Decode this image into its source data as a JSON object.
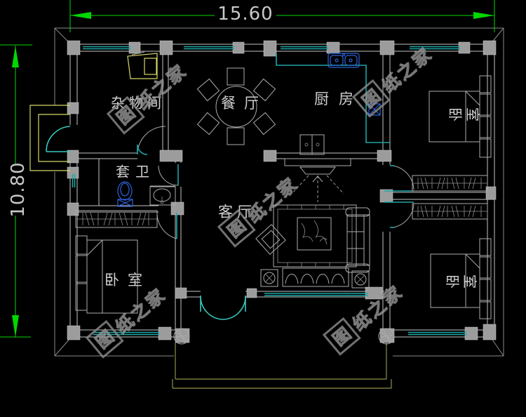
{
  "drawing": {
    "dimensions": {
      "width_m": "15.60",
      "height_m": "10.80"
    },
    "rooms": {
      "storage": {
        "label": "杂物间"
      },
      "dining": {
        "label": "餐厅"
      },
      "kitchen": {
        "label": "厨房"
      },
      "bathroom": {
        "label": "套卫"
      },
      "living": {
        "label": "客厅"
      },
      "bedroom_top_right": {
        "label": "卧室",
        "char1": "卧",
        "char2": "室"
      },
      "bedroom_bottom_left": {
        "label": "卧室"
      },
      "bedroom_bottom_right": {
        "label": "卧室",
        "char1": "卧",
        "char2": "室"
      }
    },
    "watermark": {
      "text_full": "图纸之家",
      "stamp_char": "图",
      "trailing_chars": "纸之家"
    },
    "colors": {
      "background": "#000000",
      "walls": "#c4c4c4",
      "windows_doors_teal": "#1fa6a6",
      "fixtures_blue": "#2e62d8",
      "porch_outline_olive": "#8f8f4e",
      "side_porch_yellow": "#d6d66a",
      "dimension_green": "#00d800",
      "label_text": "#d0d0d0",
      "watermark": "#8e8e8e"
    }
  }
}
